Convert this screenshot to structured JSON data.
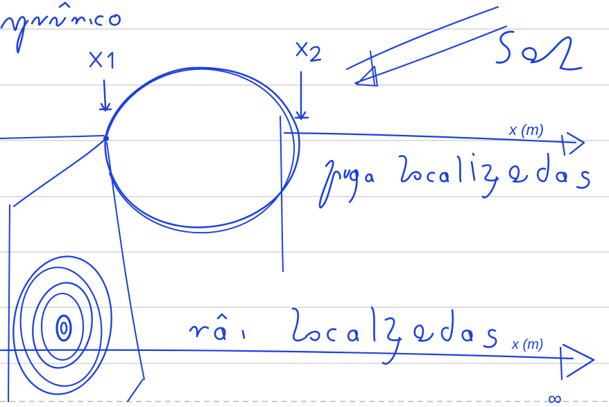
{
  "notes": {
    "title_fragment": "nfrância",
    "label_x1": "x1",
    "label_x2": "x2",
    "word_sol": "Sol",
    "axis_top": "x (m)",
    "caption_top": "fraga localizada",
    "caption_bottom": "não localizadas",
    "axis_bottom": "x (m)",
    "infinity": "∞"
  },
  "colors": {
    "ink": "#1a3fe0",
    "ruled_line": "#d4d4d4",
    "paper": "#ffffff"
  }
}
